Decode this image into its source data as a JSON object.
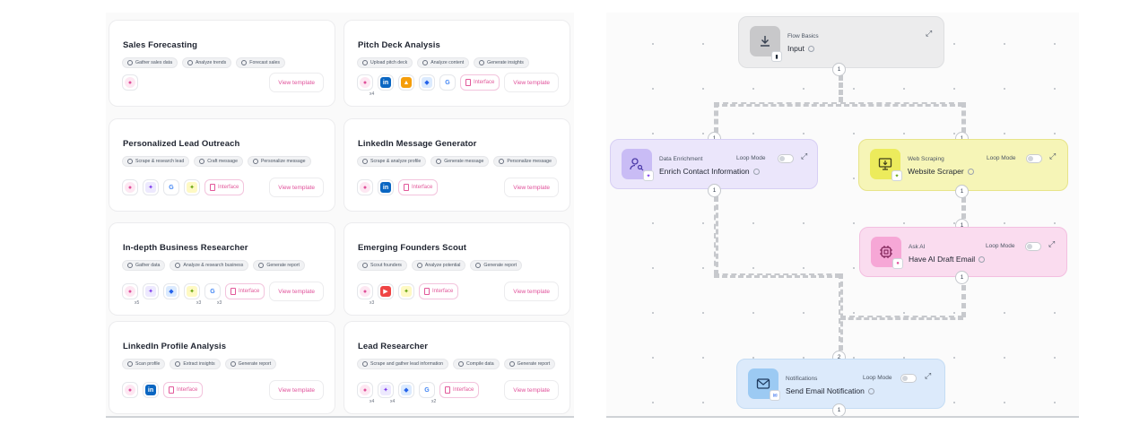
{
  "templates": [
    {
      "title": "Sales Forecasting",
      "chips": [
        "Gather sales data",
        "Analyze trends",
        "Forecast sales"
      ],
      "icons": [
        {
          "name": "ai-icon",
          "count": ""
        }
      ],
      "interface": "",
      "button": "View template"
    },
    {
      "title": "Pitch Deck Analysis",
      "chips": [
        "Upload pitch deck",
        "Analyze content",
        "Generate insights"
      ],
      "icons": [
        {
          "name": "ai-icon",
          "count": "x4"
        },
        {
          "name": "linkedin-icon",
          "count": ""
        },
        {
          "name": "crunchbase-icon",
          "count": ""
        },
        {
          "name": "clearbit-icon",
          "count": ""
        },
        {
          "name": "google-icon",
          "count": ""
        }
      ],
      "interface": "Interface",
      "button": "View template"
    },
    {
      "title": "Personalized Lead Outreach",
      "chips": [
        "Scrape & research lead",
        "Craft message",
        "Personalize message"
      ],
      "icons": [
        {
          "name": "ai-icon",
          "count": ""
        },
        {
          "name": "enrichment-icon",
          "count": ""
        },
        {
          "name": "google-icon",
          "count": ""
        },
        {
          "name": "scraper-icon",
          "count": ""
        }
      ],
      "interface": "Interface",
      "button": "View template"
    },
    {
      "title": "LinkedIn Message Generator",
      "chips": [
        "Scrape & analyze profile",
        "Generate message",
        "Personalize message"
      ],
      "icons": [
        {
          "name": "ai-icon",
          "count": ""
        },
        {
          "name": "linkedin-icon",
          "count": ""
        }
      ],
      "interface": "Interface",
      "button": "View template"
    },
    {
      "title": "In-depth Business Researcher",
      "chips": [
        "Gather data",
        "Analyze & research business",
        "Generate report"
      ],
      "icons": [
        {
          "name": "ai-icon",
          "count": "x5"
        },
        {
          "name": "enrichment-icon",
          "count": ""
        },
        {
          "name": "clearbit-icon",
          "count": ""
        },
        {
          "name": "scraper-icon",
          "count": "x3"
        },
        {
          "name": "google-icon",
          "count": "x3"
        }
      ],
      "interface": "Interface",
      "button": "View template"
    },
    {
      "title": "Emerging Founders Scout",
      "chips": [
        "Scout founders",
        "Analyze potential",
        "Generate report"
      ],
      "icons": [
        {
          "name": "ai-icon",
          "count": "x3"
        },
        {
          "name": "youtube-icon",
          "count": ""
        },
        {
          "name": "scraper-icon",
          "count": ""
        }
      ],
      "interface": "Interface",
      "button": "View template"
    },
    {
      "title": "LinkedIn Profile Analysis",
      "chips": [
        "Scan profile",
        "Extract insights",
        "Generate report"
      ],
      "icons": [
        {
          "name": "ai-icon",
          "count": ""
        },
        {
          "name": "linkedin-icon",
          "count": ""
        }
      ],
      "interface": "Interface",
      "button": "View template"
    },
    {
      "title": "Lead Researcher",
      "chips": [
        "Scrape and gather lead information",
        "Compile data",
        "Generate report"
      ],
      "icons": [
        {
          "name": "ai-icon",
          "count": "x4"
        },
        {
          "name": "enrichment-icon",
          "count": "x4"
        },
        {
          "name": "clearbit-icon",
          "count": ""
        },
        {
          "name": "google-icon",
          "count": "x2"
        }
      ],
      "interface": "Interface",
      "button": "View template"
    }
  ],
  "flow": {
    "input": {
      "category": "Flow Basics",
      "name": "Input",
      "port_out": "1"
    },
    "enrich": {
      "category": "Data Enrichment",
      "name": "Enrich Contact Information",
      "loop_label": "Loop Mode",
      "port_in": "1",
      "port_out": "1"
    },
    "scraper": {
      "category": "Web Scraping",
      "name": "Website Scraper",
      "loop_label": "Loop Mode",
      "port_in": "1",
      "port_out": "1"
    },
    "ask_ai": {
      "category": "Ask AI",
      "name": "Have AI Draft Email",
      "loop_label": "Loop Mode",
      "port_in": "1",
      "port_out": "1"
    },
    "notify": {
      "category": "Notifications",
      "name": "Send Email Notification",
      "loop_label": "Loop Mode",
      "port_in": "2",
      "port_out": "1"
    }
  },
  "colors": {
    "accent_pink": "#e0509a",
    "enrich_bg": "#ebe6fb",
    "scraper_bg": "#f6f5b7",
    "ask_ai_bg": "#fadcef",
    "notify_bg": "#dceafb"
  }
}
